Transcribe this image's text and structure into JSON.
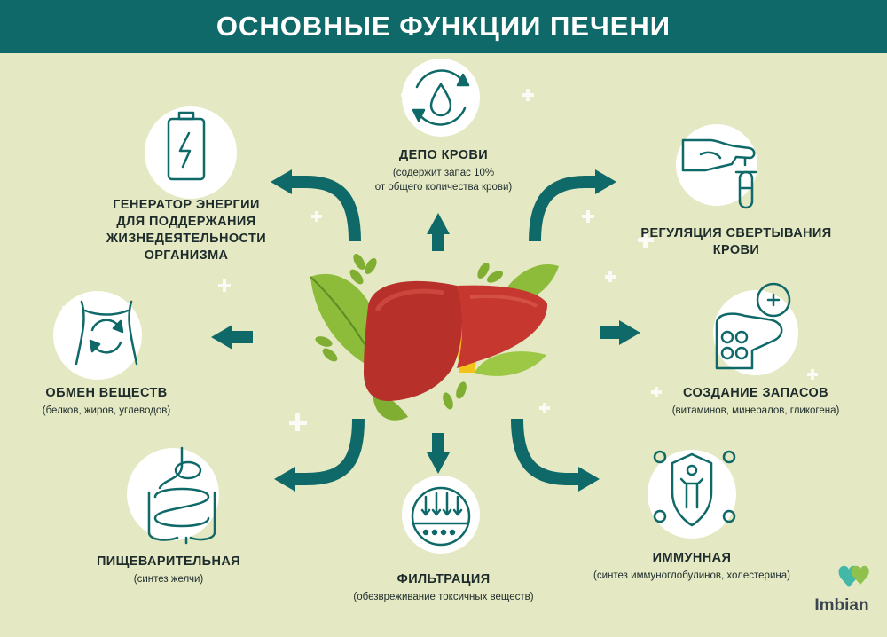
{
  "title": "ОСНОВНЫЕ ФУНКЦИИ ПЕЧЕНИ",
  "functions": {
    "blood_depot": {
      "title": "ДЕПО КРОВИ",
      "sub1": "(содержит запас 10%",
      "sub2": "от общего количества крови)",
      "icon": "blood-drop-cycle-icon"
    },
    "energy": {
      "line1": "ГЕНЕРАТОР ЭНЕРГИИ",
      "line2": "ДЛЯ ПОДДЕРЖАНИЯ",
      "line3": "ЖИЗНЕДЕЯТЕЛЬНОСТИ",
      "line4": "ОРГАНИЗМА",
      "icon": "battery-icon"
    },
    "coagulation": {
      "line1": "РЕГУЛЯЦИЯ СВЕРТЫВАНИЯ",
      "line2": "КРОВИ",
      "icon": "finger-blood-test-icon"
    },
    "metabolism": {
      "title": "ОБМЕН ВЕЩЕСТВ",
      "sub": "(белков, жиров, углеводов)",
      "icon": "body-metabolism-icon"
    },
    "storage": {
      "title": "СОЗДАНИЕ ЗАПАСОВ",
      "sub": "(витаминов, минералов, гликогена)",
      "icon": "vitamins-liver-icon"
    },
    "digestive": {
      "title": "ПИЩЕВАРИТЕЛЬНАЯ",
      "sub": "(синтез желчи)",
      "icon": "intestine-icon"
    },
    "filtration": {
      "title": "ФИЛЬТРАЦИЯ",
      "sub": "(обезвреживание токсичных веществ)",
      "icon": "filter-icon"
    },
    "immune": {
      "title": "ИММУННАЯ",
      "sub": "(синтез иммуноглобулинов, холестерина)",
      "icon": "immune-shield-icon"
    }
  },
  "brand": "Imbian",
  "colors": {
    "header": "#0f6968",
    "background": "#e4e8c3",
    "arrow": "#0f6968",
    "liver": "#b7302a",
    "gallbladder": "#f2c318",
    "leaf": "#8dbb3a"
  }
}
